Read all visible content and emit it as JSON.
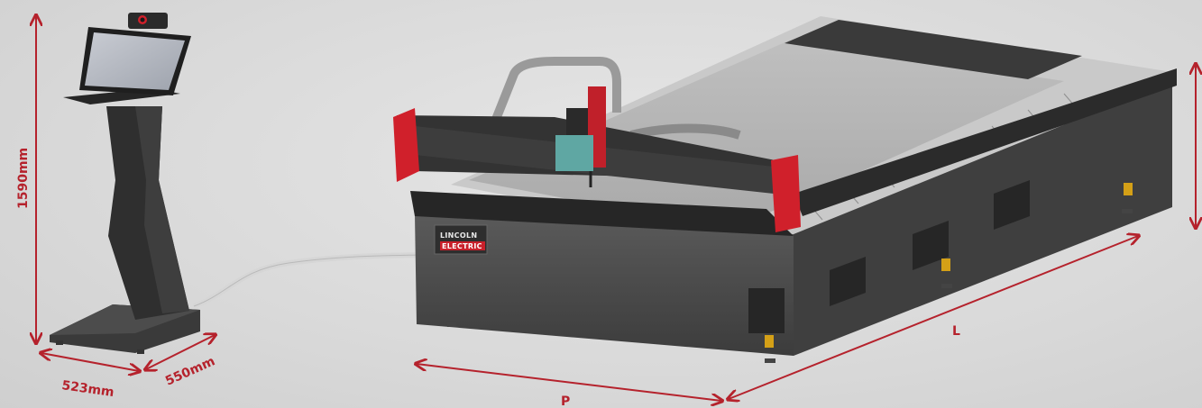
{
  "dimensions": {
    "height_label": "1590mm",
    "width_label": "523mm",
    "depth_label": "550mm",
    "table_depth_label": "P",
    "table_length_label": "L"
  },
  "brand": {
    "line1": "LINCOLN",
    "line2": "ELECTRIC"
  },
  "colors": {
    "dimension_red": "#b5222c",
    "machine_dark": "#4a4a4a",
    "accent_red": "#d0202b",
    "cable": "#d8d8d8"
  }
}
